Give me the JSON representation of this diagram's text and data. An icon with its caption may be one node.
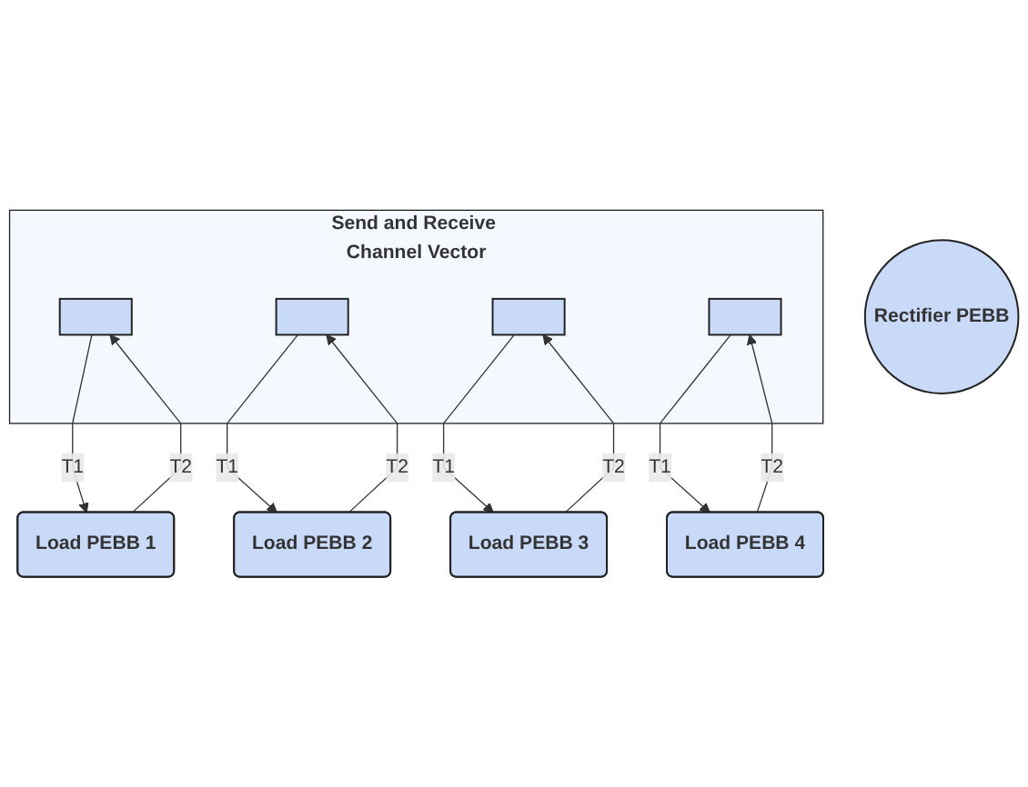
{
  "diagram": {
    "nodes": [
      {
        "text": [
          "Send and Receive Channel Vector"
        ]
      },
      {
        "text": [],
        "shape": "box",
        "in": 0
      },
      {
        "text": [],
        "shape": "box",
        "in": 0
      },
      {
        "text": [],
        "shape": "box",
        "in": 0
      },
      {
        "text": [],
        "shape": "box",
        "in": 0
      },
      {
        "text": [
          "Load PEBB 1"
        ]
      },
      {
        "text": [
          "Load PEBB 2"
        ]
      },
      {
        "text": [
          "Load PEBB 3"
        ]
      },
      {
        "text": [
          "Load PEBB 4"
        ]
      },
      {
        "text": [
          "Rectifier PEBB"
        ]
      }
    ],
    "edges": [
      {
        "from": 1,
        "to": 5,
        "arrow": "to",
        "label": "T1"
      },
      {
        "from": 5,
        "to": 1,
        "arrow": "to",
        "label": "T2"
      },
      {
        "from": 2,
        "to": 6,
        "arrow": "to",
        "label": "T1"
      },
      {
        "from": 6,
        "to": 2,
        "arrow": "to",
        "label": "T2"
      },
      {
        "from": 3,
        "to": 7,
        "arrow": "to",
        "label": "T1"
      },
      {
        "from": 7,
        "to": 3,
        "arrow": "to",
        "label": "T2"
      },
      {
        "from": 4,
        "to": 8,
        "arrow": "to",
        "label": "T1"
      },
      {
        "from": 8,
        "to": 4,
        "arrow": "to",
        "label": "T2"
      }
    ]
  }
}
